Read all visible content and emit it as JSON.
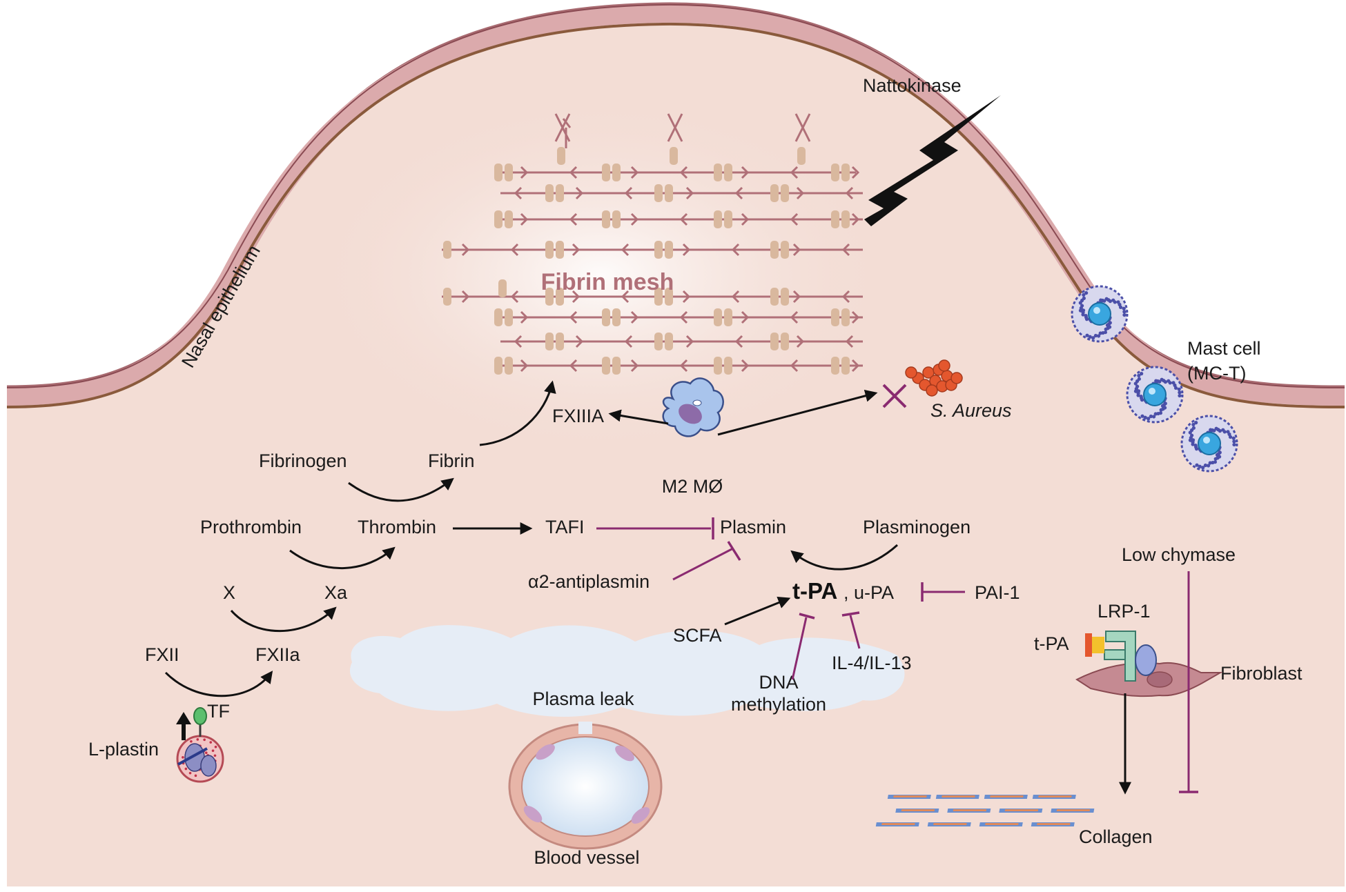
{
  "labels": {
    "nasal_epithelium": "Nasal epithelium",
    "nattokinase": "Nattokinase",
    "fibrin_mesh": "Fibrin mesh",
    "mast_cell_line1": "Mast cell",
    "mast_cell_line2": "(MC-T)",
    "fxiiia": "FXIIIA",
    "s_aureus": "S. Aureus",
    "m2_macrophage": "M2 MØ",
    "fibrinogen": "Fibrinogen",
    "fibrin": "Fibrin",
    "prothrombin": "Prothrombin",
    "thrombin": "Thrombin",
    "tafi": "TAFI",
    "plasmin": "Plasmin",
    "plasminogen": "Plasminogen",
    "x": "X",
    "xa": "Xa",
    "a2_antiplasmin": "α2-antiplasmin",
    "t_pa": "t-PA",
    "u_pa": ", u-PA",
    "pai_1": "PAI-1",
    "scfa": "SCFA",
    "dna_methylation_line1": "DNA",
    "dna_methylation_line2": "methylation",
    "il4_il13": "IL-4/IL-13",
    "fxii": "FXII",
    "fxiia": "FXIIa",
    "tf": "TF",
    "l_plastin": "L-plastin",
    "plasma_leak": "Plasma leak",
    "blood_vessel": "Blood vessel",
    "low_chymase": "Low chymase",
    "lrp_1": "LRP-1",
    "t_pa_receptor": "t-PA",
    "fibroblast": "Fibroblast",
    "collagen": "Collagen"
  },
  "colors": {
    "tissue": "#f3ddd5",
    "epithelium_outer": "#a86a70",
    "epithelium_fill": "#dbaaac",
    "epithelium_edge": "#8a5a3c",
    "fibrin_strand": "#b07078",
    "fibrin_node": "#d9b89e",
    "inhibition": "#8a2a70",
    "arrow": "#111111",
    "macrophage": "#a9c4ec",
    "s_aureus": "#e4572e",
    "mast_cell_granule": "#4b4fa8",
    "mast_cell_nucleus": "#39a6df",
    "plasma_cloud": "#e6edf6"
  }
}
